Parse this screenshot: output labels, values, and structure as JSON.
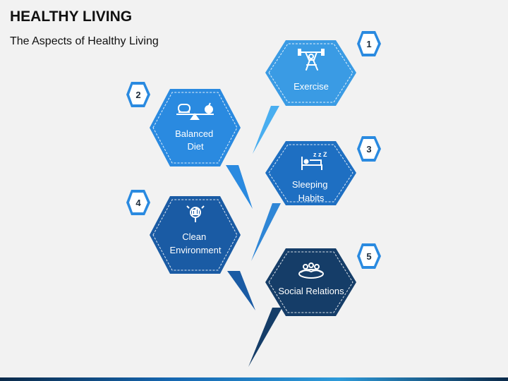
{
  "header": {
    "title": "HEALTHY LIVING",
    "subtitle": "The Aspects of Healthy Living"
  },
  "aspects": [
    {
      "number": "1",
      "label_lines": [
        "Exercise"
      ],
      "icon": "weightlifter-icon",
      "color": "#3a9be4"
    },
    {
      "number": "2",
      "label_lines": [
        "Balanced",
        "Diet"
      ],
      "icon": "scale-and-apple-icon",
      "color": "#2a8ae0"
    },
    {
      "number": "3",
      "label_lines": [
        "Sleeping",
        "Habits"
      ],
      "icon": "sleeping-bed-icon",
      "color": "#1e6fc2"
    },
    {
      "number": "4",
      "label_lines": [
        "Clean",
        "Environment"
      ],
      "icon": "eco-city-icon",
      "color": "#1a5ba4"
    },
    {
      "number": "5",
      "label_lines": [
        "Social Relations"
      ],
      "icon": "people-group-icon",
      "color": "#153d68"
    }
  ],
  "colors": {
    "number_badge_fill": "#2a8ae0",
    "number_badge_inner": "#ffffff",
    "background": "#f2f2f2"
  }
}
